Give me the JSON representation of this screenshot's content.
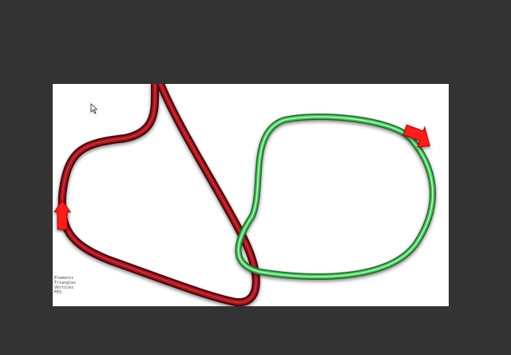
{
  "scene": {
    "background_color": "#333333",
    "viewport_color": "#ffffff"
  },
  "tubes": [
    {
      "name": "red-tube",
      "color": "#8a0f17",
      "highlight": "#c23a3a",
      "arrow_color": "#ff1a1a"
    },
    {
      "name": "green-tube",
      "color": "#3aa84a",
      "highlight": "#a9efb0",
      "arrow_color": "#ff1a1a"
    }
  ],
  "stats": {
    "labels": [
      "Elements",
      "Triangles",
      "Vertices",
      "FPS"
    ],
    "values": [
      "",
      "",
      "",
      ""
    ]
  },
  "icons": [
    "mouse-cursor-icon",
    "arrow-marker-icon"
  ]
}
